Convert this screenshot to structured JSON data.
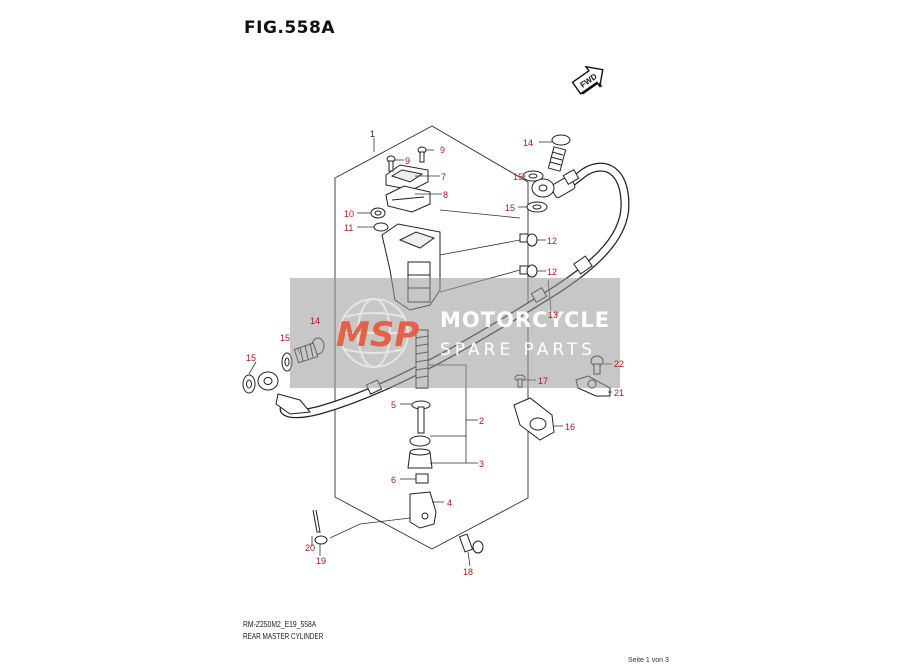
{
  "figure": {
    "title": "FIG.558A",
    "fwd_label": "FWD",
    "footer_code": "RM-Z250M2_E19_558A",
    "footer_name": "REAR MASTER CYLINDER",
    "page_number": "Seite 1 von 3"
  },
  "watermark": {
    "logo": "MSP",
    "title": "MOTORCYCLE",
    "subtitle": "SPARE PARTS"
  },
  "callouts": [
    {
      "id": "1",
      "label": "1",
      "color": "#222222"
    },
    {
      "id": "2",
      "label": "2",
      "color": "#b01616"
    },
    {
      "id": "3",
      "label": "3",
      "color": "#b01616"
    },
    {
      "id": "4",
      "label": "4",
      "color": "#b01616"
    },
    {
      "id": "5",
      "label": "5",
      "color": "#b01616"
    },
    {
      "id": "6",
      "label": "6",
      "color": "#b01616"
    },
    {
      "id": "7",
      "label": "7",
      "color": "#b01616"
    },
    {
      "id": "8",
      "label": "8",
      "color": "#b01616"
    },
    {
      "id": "9a",
      "label": "9",
      "color": "#b01616"
    },
    {
      "id": "9b",
      "label": "9",
      "color": "#b01616"
    },
    {
      "id": "10",
      "label": "10",
      "color": "#b01616"
    },
    {
      "id": "11",
      "label": "11",
      "color": "#b01616"
    },
    {
      "id": "12a",
      "label": "12",
      "color": "#b01616"
    },
    {
      "id": "12b",
      "label": "12",
      "color": "#b01616"
    },
    {
      "id": "13",
      "label": "13",
      "color": "#b01616"
    },
    {
      "id": "14a",
      "label": "14",
      "color": "#b01616"
    },
    {
      "id": "14b",
      "label": "14",
      "color": "#b01616"
    },
    {
      "id": "15a",
      "label": "15",
      "color": "#b01616"
    },
    {
      "id": "15b",
      "label": "15",
      "color": "#b01616"
    },
    {
      "id": "15c",
      "label": "15",
      "color": "#b01616"
    },
    {
      "id": "15d",
      "label": "15",
      "color": "#b01616"
    },
    {
      "id": "16",
      "label": "16",
      "color": "#b01616"
    },
    {
      "id": "17",
      "label": "17",
      "color": "#b01616"
    },
    {
      "id": "18",
      "label": "18",
      "color": "#b01616"
    },
    {
      "id": "19",
      "label": "19",
      "color": "#b01616"
    },
    {
      "id": "20",
      "label": "20",
      "color": "#b01616"
    },
    {
      "id": "21",
      "label": "21",
      "color": "#b01616"
    },
    {
      "id": "22",
      "label": "22",
      "color": "#b01616"
    }
  ]
}
